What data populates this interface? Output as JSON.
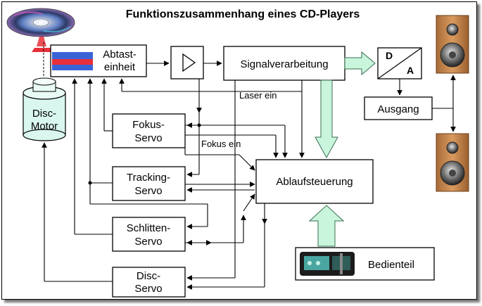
{
  "title": "Funktionszusammenhang eines CD-Players",
  "blocks": {
    "abtast": [
      "Abtast-",
      "einheit"
    ],
    "signal": "Signalverarbeitung",
    "da": {
      "d": "D",
      "a": "A"
    },
    "ausgang": "Ausgang",
    "disc_motor": [
      "Disc-",
      "Motor"
    ],
    "fokus": [
      "Fokus-",
      "Servo"
    ],
    "tracking": [
      "Tracking-",
      "Servo"
    ],
    "schlitten": [
      "Schlitten-",
      "Servo"
    ],
    "disc_servo": [
      "Disc-",
      "Servo"
    ],
    "ablauf": "Ablaufsteuerung",
    "bedien": "Bedienteil"
  },
  "labels": {
    "laser_ein": "Laser ein",
    "fokus_ein": "Fokus ein"
  },
  "colors": {
    "fat_arrow_fill": "#c8f5dc",
    "fat_arrow_stroke": "#3a6e52",
    "motor_fill": "#d9f7ef",
    "speaker_wood": "#c98b52",
    "laser_red": "#e8303a",
    "laser_blue": "#3a63d8"
  },
  "icons": [
    "cd-disc-icon",
    "laser-pickup-icon",
    "amplifier-triangle-icon",
    "speaker-icon",
    "remote-control-icon"
  ]
}
